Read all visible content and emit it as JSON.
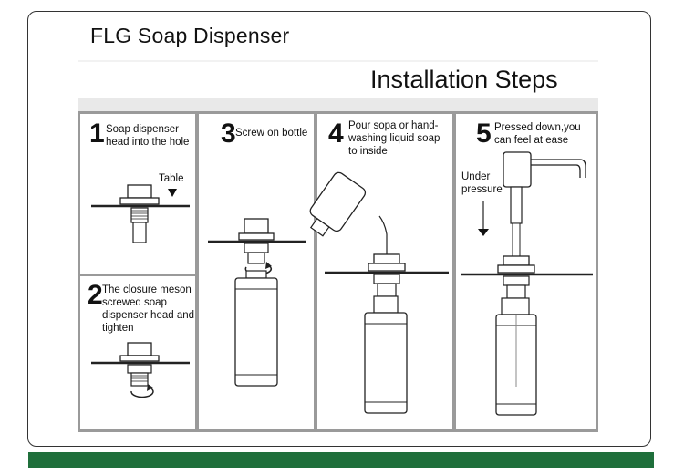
{
  "header": {
    "brand_title": "FLG Soap Dispenser",
    "section_title": "Installation Steps"
  },
  "steps": [
    {
      "number": "1",
      "text": "Soap dispenser head into the hole",
      "label": "Table"
    },
    {
      "number": "2",
      "text": "The closure meson screwed soap dispenser head and tighten"
    },
    {
      "number": "3",
      "text": "Screw on bottle"
    },
    {
      "number": "4",
      "text": "Pour sopa or hand-washing liquid soap to inside"
    },
    {
      "number": "5",
      "text": "Pressed down,you can feel at ease",
      "label": "Under pressure"
    }
  ],
  "colors": {
    "footer_bar": "#1f6f3b",
    "panel_divider": "#9a9a9a"
  }
}
